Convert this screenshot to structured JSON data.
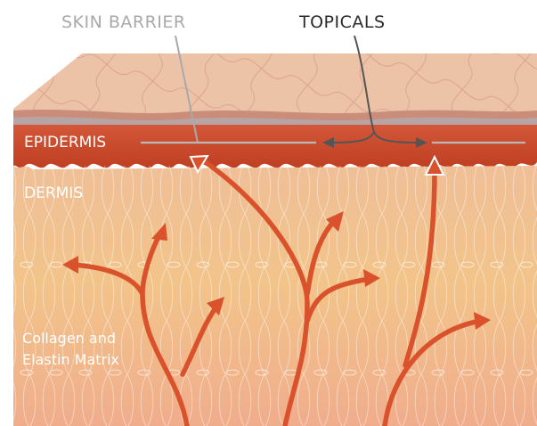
{
  "labels": {
    "skin_barrier": "SKIN BARRIER",
    "topicals": "TOPICALS",
    "epidermis": "EPIDERMIS",
    "dermis": "DERMIS",
    "matrix_line1": "Collagen and",
    "matrix_line2": "Elastin Matrix"
  },
  "colors": {
    "skin_barrier_text": "#a9a9a9",
    "topicals_text": "#2b2b2b",
    "epidermis": "#c9452a",
    "arrows": "#d9522c",
    "dermis": "#f0b885",
    "surface": "#ecc1a4"
  }
}
